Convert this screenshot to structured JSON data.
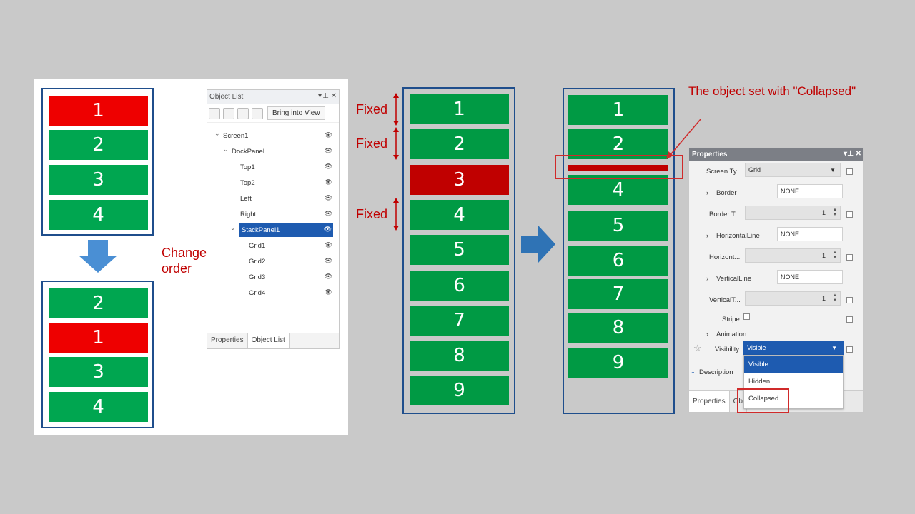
{
  "left_example": {
    "before": [
      "1",
      "2",
      "3",
      "4"
    ],
    "after": [
      "2",
      "1",
      "3",
      "4"
    ],
    "annotation": "Change the\norder"
  },
  "object_list": {
    "title": "Object List",
    "bring_button": "Bring into View",
    "tree": [
      {
        "label": "Screen1",
        "level": 0,
        "expand": true
      },
      {
        "label": "DockPanel",
        "level": 1,
        "expand": true
      },
      {
        "label": "Top1",
        "level": 2
      },
      {
        "label": "Top2",
        "level": 2
      },
      {
        "label": "Left",
        "level": 2
      },
      {
        "label": "Right",
        "level": 2
      },
      {
        "label": "StackPanel1",
        "level": 2,
        "expand": true,
        "selected": true
      },
      {
        "label": "Grid1",
        "level": 3
      },
      {
        "label": "Grid2",
        "level": 3
      },
      {
        "label": "Grid3",
        "level": 3
      },
      {
        "label": "Grid4",
        "level": 3
      }
    ],
    "tabs": [
      "Properties",
      "Object List"
    ]
  },
  "middle_stack": {
    "cells": [
      "1",
      "2",
      "3",
      "4",
      "5",
      "6",
      "7",
      "8",
      "9"
    ],
    "fixed_label": "Fixed"
  },
  "right_stack": {
    "cells": [
      "1",
      "2",
      "4",
      "5",
      "6",
      "7",
      "8",
      "9"
    ],
    "annotation": "The object set with \"Collapsed\""
  },
  "properties": {
    "title": "Properties",
    "rows": [
      {
        "label": "Screen Ty...",
        "value": "Grid"
      },
      {
        "label": "Border",
        "value": "NONE"
      },
      {
        "label": "Border T...",
        "value": "1"
      },
      {
        "label": "HorizontalLine",
        "value": "NONE"
      },
      {
        "label": "Horizont...",
        "value": "1"
      },
      {
        "label": "VerticalLine",
        "value": "NONE"
      },
      {
        "label": "VerticalT...",
        "value": "1"
      },
      {
        "label": "Stripe",
        "value": ""
      },
      {
        "label": "Animation",
        "value": ""
      },
      {
        "label": "Visibility",
        "value": "Visible"
      }
    ],
    "description": "Description",
    "tabs": [
      "Properties",
      "Ob"
    ],
    "dropdown_options": [
      "Visible",
      "Hidden",
      "Collapsed"
    ]
  },
  "colors": {
    "green": "#00a650",
    "red": "#ee0000",
    "border_blue": "#1f4e8c",
    "annotation_red": "#c00000",
    "selection_blue": "#1e5bb0"
  }
}
